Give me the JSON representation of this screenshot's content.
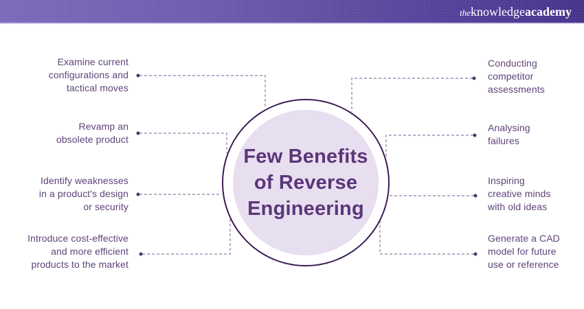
{
  "header": {
    "logo": {
      "the": "the",
      "knowledge": "knowledge",
      "academy": "academy"
    }
  },
  "diagram": {
    "center": {
      "title": "Few Benefits of Reverse Engineering"
    },
    "left_items": [
      {
        "label": "Examine current configurations and tactical moves"
      },
      {
        "label": "Revamp an obsolete product"
      },
      {
        "label": "Identify weaknesses in a product's design or security"
      },
      {
        "label": "Introduce cost-effective and more efficient products to the market"
      }
    ],
    "right_items": [
      {
        "label": "Conducting competitor assessments"
      },
      {
        "label": "Analysing failures"
      },
      {
        "label": "Inspiring creative minds with old ideas"
      },
      {
        "label": "Generate a CAD model for future use or reference"
      }
    ]
  },
  "colors": {
    "header_gradient_start": "#7d69ba",
    "header_gradient_end": "#46328c",
    "header_border": "#cdc5e6",
    "circle_border": "#3b1b54",
    "circle_fill": "#e7def0",
    "title_text": "#5b3677",
    "label_text": "#5e4379",
    "connector_line": "#8b7da3",
    "connector_dot": "#4b356b",
    "logo_text": "#ffffff"
  }
}
